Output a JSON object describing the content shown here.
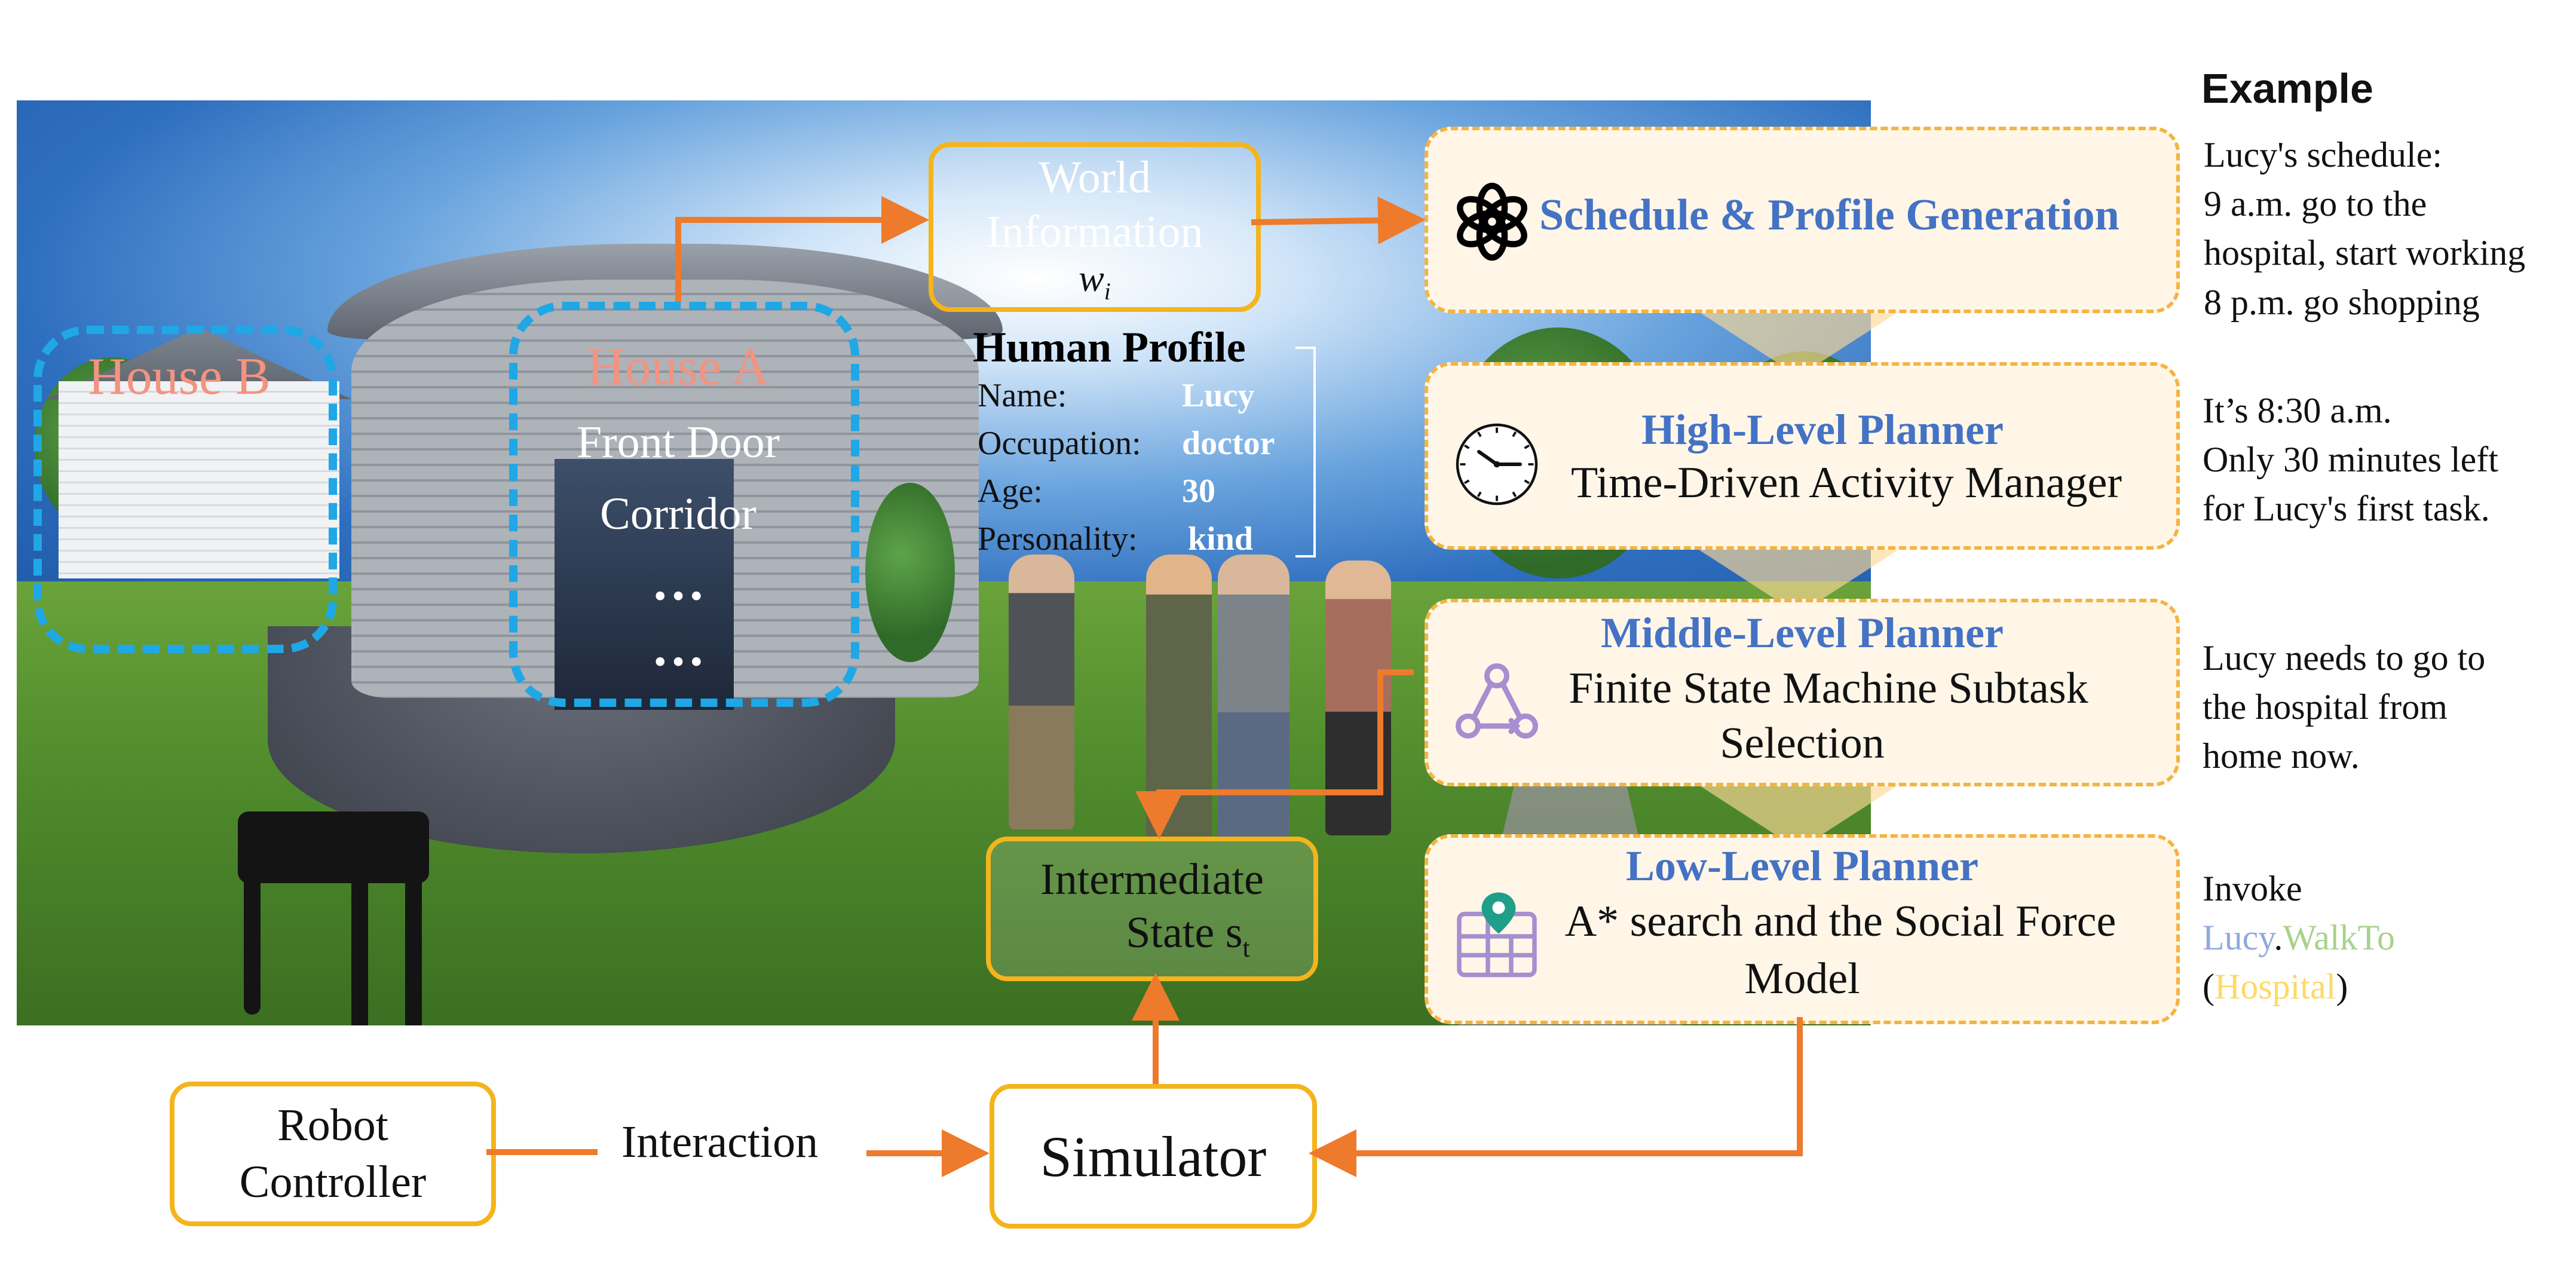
{
  "scene": {
    "house_b": "House B",
    "house_a": "House A",
    "house_a_rooms": [
      "Front Door",
      "Corridor"
    ],
    "house_a_more": "…",
    "house_a_more2": "…"
  },
  "world_info": {
    "line1": "World",
    "line2": "Information",
    "symbol": "w",
    "sub": "i"
  },
  "human_profile": {
    "title": "Human Profile",
    "rows": [
      {
        "label": "Name:",
        "value": "Lucy"
      },
      {
        "label": "Occupation:",
        "value": "doctor"
      },
      {
        "label": "Age:",
        "value": "30"
      },
      {
        "label": "Personality:",
        "value": "kind"
      }
    ]
  },
  "intermediate": {
    "line1": "Intermediate",
    "line2": "State s",
    "sub": "t"
  },
  "robot": {
    "line1": "Robot",
    "line2": "Controller"
  },
  "interaction": "Interaction",
  "simulator": "Simulator",
  "planners": [
    {
      "title": "Schedule & Profile Generation",
      "text": [],
      "icon": "openai-logo-icon"
    },
    {
      "title": "High-Level Planner",
      "text": [
        "Time-Driven Activity Manager"
      ],
      "icon": "clock-icon"
    },
    {
      "title": "Middle-Level Planner",
      "text": [
        "Finite State Machine Subtask",
        "Selection"
      ],
      "icon": "state-machine-icon"
    },
    {
      "title": "Low-Level Planner",
      "text": [
        "A* search and the Social Force",
        "Model"
      ],
      "icon": "map-pin-icon"
    }
  ],
  "example": {
    "heading": "Example",
    "block1": [
      "Lucy's schedule:",
      "9 a.m. go to the",
      "hospital, start working",
      "8 p.m. go shopping"
    ],
    "block2": [
      "It’s 8:30 a.m.",
      "Only 30 minutes left",
      "for Lucy's first task."
    ],
    "block3": [
      "Lucy needs to go to",
      "the hospital from",
      "home now."
    ],
    "block4": {
      "line1": "Invoke",
      "obj": "Lucy",
      "dot": ".",
      "method": "WalkTo",
      "open": "(",
      "arg": "Hospital",
      "close": ")"
    }
  },
  "colors": {
    "arrow": "#ee7a2c",
    "box_border": "#f4b41c",
    "planner_title": "#4472c4",
    "planner_fill": "#fff6e8",
    "house_dash": "#1fa7e6",
    "house_label": "#f39380",
    "code_obj": "#8faadc",
    "code_method": "#a9d18e",
    "code_arg": "#ffd966"
  }
}
